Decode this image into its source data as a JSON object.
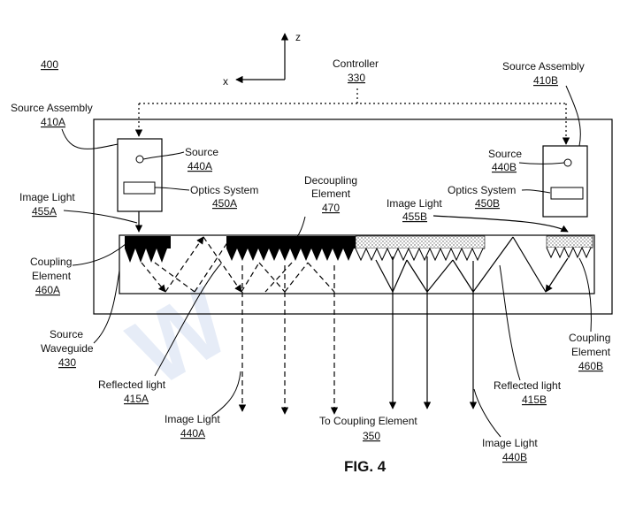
{
  "figure": {
    "ref_400": "400",
    "fig_label": "FIG. 4",
    "axis_z": "z",
    "axis_x": "x",
    "watermark": "W"
  },
  "labels": {
    "controller": {
      "name": "Controller",
      "ref": "330"
    },
    "source_assembly_a": {
      "name": "Source Assembly",
      "ref": "410A"
    },
    "source_assembly_b": {
      "name": "Source Assembly",
      "ref": "410B"
    },
    "source_a": {
      "name": "Source",
      "ref": "440A"
    },
    "source_b": {
      "name": "Source",
      "ref": "440B"
    },
    "optics_a": {
      "name": "Optics System",
      "ref": "450A"
    },
    "optics_b": {
      "name": "Optics System",
      "ref": "450B"
    },
    "image_light_a": {
      "name": "Image Light",
      "ref": "455A"
    },
    "image_light_b": {
      "name": "Image Light",
      "ref": "455B"
    },
    "decoupling": {
      "name1": "Decoupling",
      "name2": "Element",
      "ref": "470"
    },
    "coupling_a": {
      "name1": "Coupling",
      "name2": "Element",
      "ref": "460A"
    },
    "coupling_b": {
      "name1": "Coupling",
      "name2": "Element",
      "ref": "460B"
    },
    "waveguide": {
      "name1": "Source",
      "name2": "Waveguide",
      "ref": "430"
    },
    "reflected_a": {
      "name": "Reflected light",
      "ref": "415A"
    },
    "reflected_b": {
      "name": "Reflected light",
      "ref": "415B"
    },
    "out_image_light_a": {
      "name": "Image Light",
      "ref": "440A"
    },
    "out_image_light_b": {
      "name": "Image Light",
      "ref": "440B"
    },
    "to_coupling": {
      "name": "To Coupling Element",
      "ref": "350"
    }
  }
}
